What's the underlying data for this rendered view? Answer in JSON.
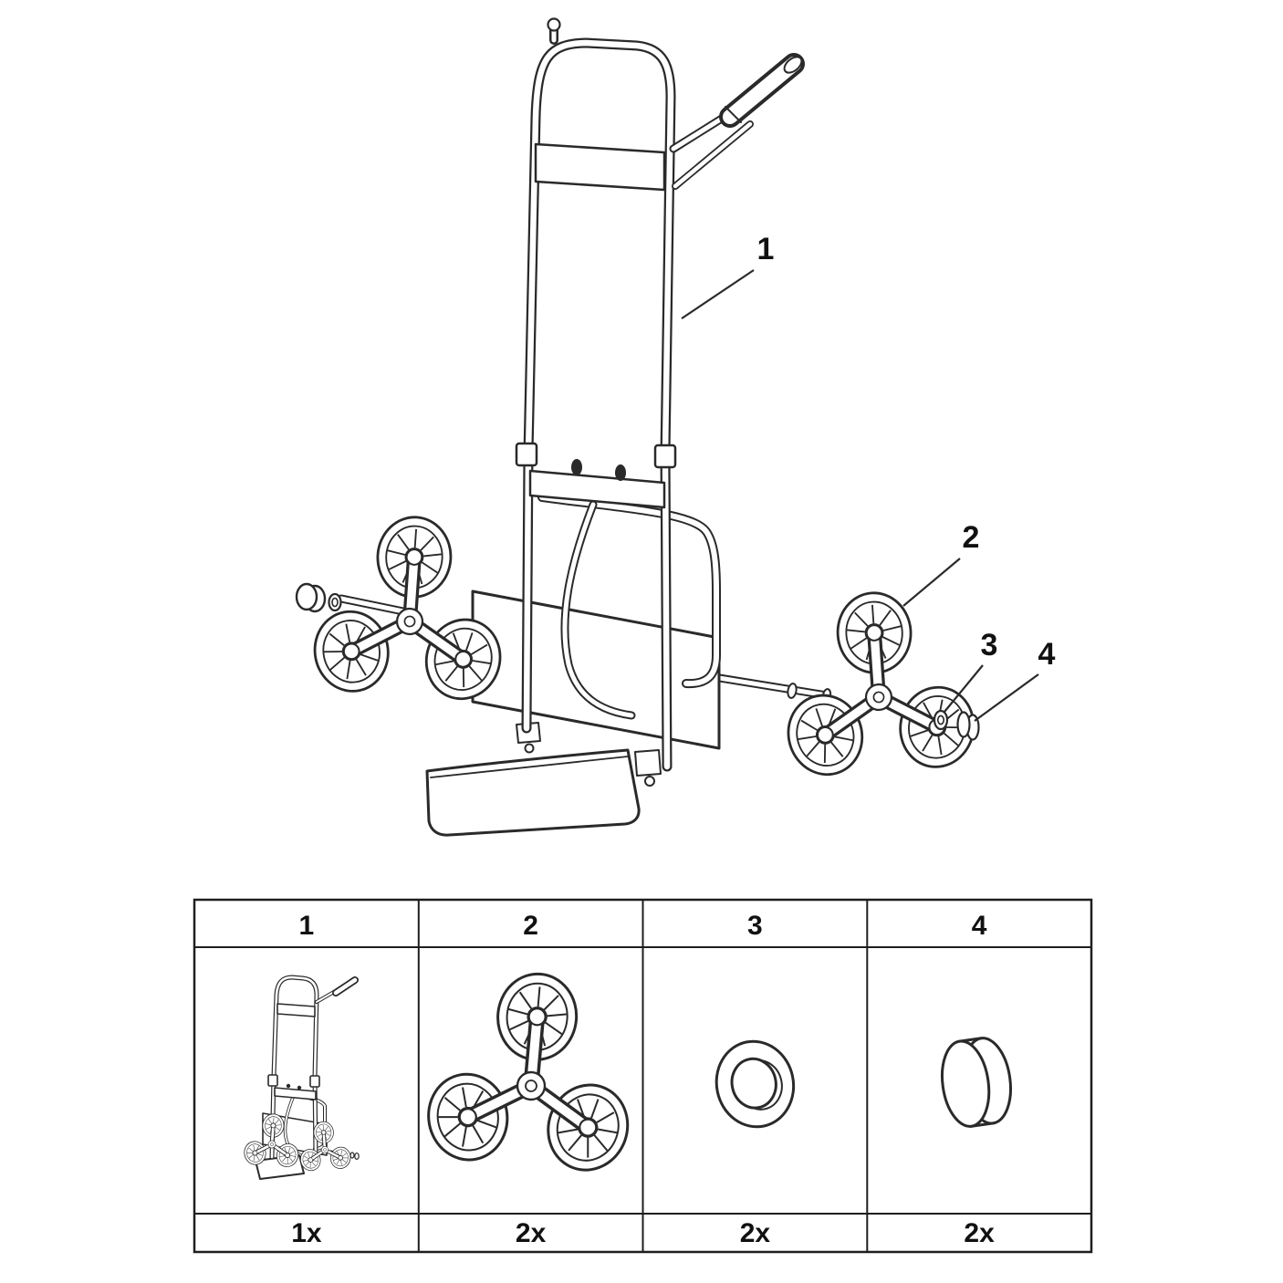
{
  "page": {
    "background_color": "#ffffff",
    "line_color": "#2a2a2a"
  },
  "exploded_view": {
    "callouts": [
      {
        "label": "1",
        "part": "hand-truck-frame"
      },
      {
        "label": "2",
        "part": "tri-star-wheel-assembly"
      },
      {
        "label": "3",
        "part": "washer"
      },
      {
        "label": "4",
        "part": "axle-cap"
      }
    ]
  },
  "parts_table": {
    "columns": [
      {
        "number": "1",
        "part": "hand-truck-frame",
        "quantity": "1x"
      },
      {
        "number": "2",
        "part": "tri-star-wheel-assembly",
        "quantity": "2x"
      },
      {
        "number": "3",
        "part": "washer",
        "quantity": "2x"
      },
      {
        "number": "4",
        "part": "axle-cap",
        "quantity": "2x"
      }
    ]
  }
}
